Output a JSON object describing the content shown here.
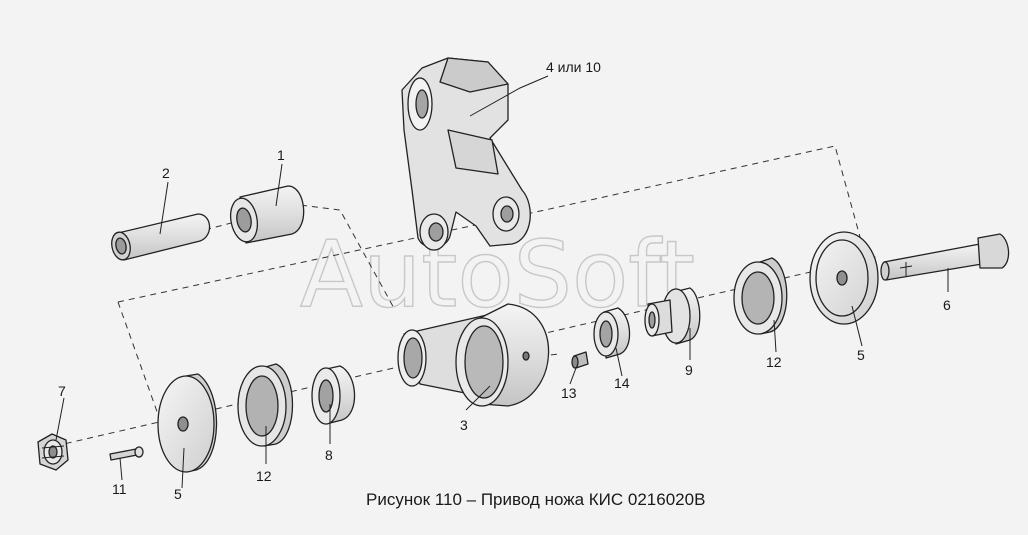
{
  "caption": "Рисунок 110 – Привод ножа КИС 0216020В",
  "watermark": "AutoSoft",
  "colors": {
    "background": "#f3f3f3",
    "part_fill": "#e4e4e4",
    "part_shade": "#cfcfcf",
    "line": "#222222"
  },
  "labels": {
    "lever": "4 или 10",
    "bushing_1": "1",
    "sleeve_2": "2",
    "housing_3": "3",
    "bolt_6": "6",
    "nut_7": "7",
    "ring_8": "8",
    "ring_9": "9",
    "pin_11": "11",
    "seal_12_right": "12",
    "seal_12_left": "12",
    "fitting_13": "13",
    "ring_14": "14",
    "disc_5_right": "5",
    "disc_5_left": "5"
  }
}
